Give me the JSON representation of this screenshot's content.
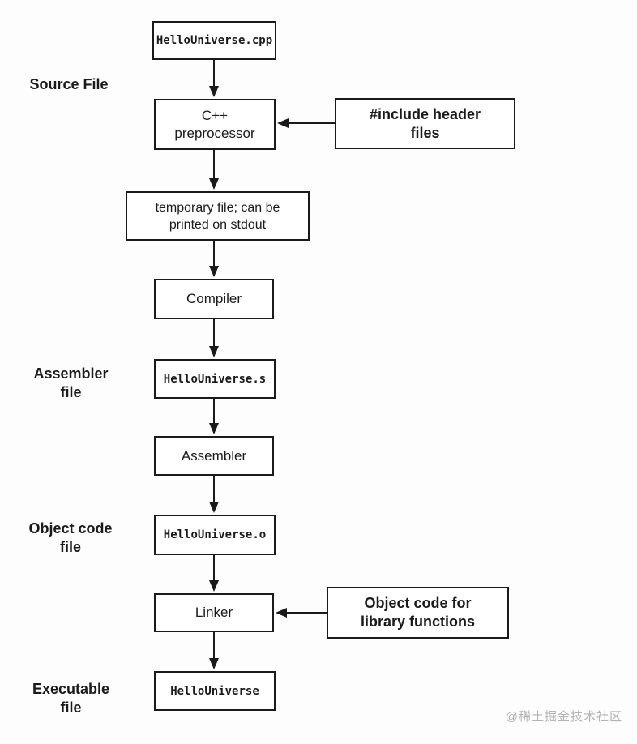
{
  "diagram": {
    "nodes": {
      "source_file_box": {
        "label": "HelloUniverse.cpp"
      },
      "preprocessor": {
        "line1": "C++",
        "line2": "preprocessor"
      },
      "include_headers": {
        "line1": "#include header",
        "line2": "files"
      },
      "temp_file": {
        "line1": "temporary file; can be",
        "line2": "printed on stdout"
      },
      "compiler": {
        "label": "Compiler"
      },
      "assembler_file_box": {
        "label": "HelloUniverse.s"
      },
      "assembler": {
        "label": "Assembler"
      },
      "object_file_box": {
        "label": "HelloUniverse.o"
      },
      "linker": {
        "label": "Linker"
      },
      "library_objects": {
        "line1": "Object code for",
        "line2": "library functions"
      },
      "executable_box": {
        "label": "HelloUniverse"
      }
    },
    "side_labels": {
      "source_file": {
        "line1": "Source File",
        "line2": ""
      },
      "assembler_file": {
        "line1": "Assembler",
        "line2": "file"
      },
      "object_code_file": {
        "line1": "Object code",
        "line2": "file"
      },
      "executable_file": {
        "line1": "Executable",
        "line2": "file"
      }
    },
    "watermark": "@稀土掘金技术社区",
    "colors": {
      "background": "#fdfdfd",
      "box_fill": "#ffffff",
      "box_border": "#1a1a1a",
      "text": "#1a1a1a",
      "watermark": "#b3b3b3"
    }
  }
}
